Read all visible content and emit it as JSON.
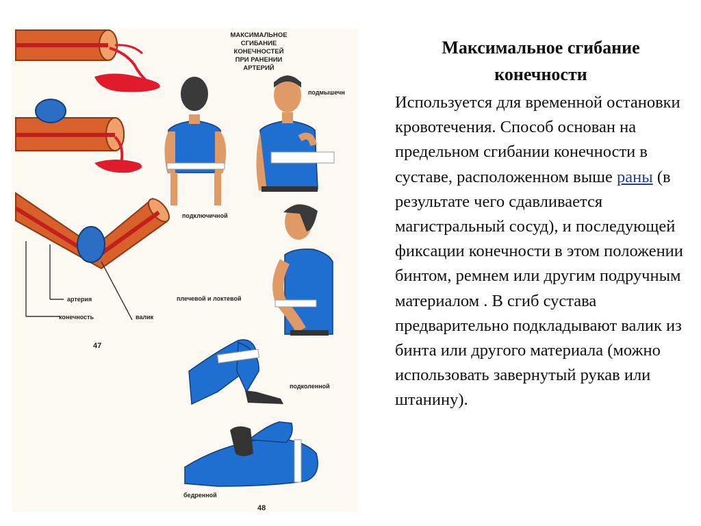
{
  "slide": {
    "title_line1": "Максимальное сгибание",
    "title_line2": "конечности",
    "body": {
      "before_link": " Используется для временной остановки кровотечения. Способ основан на предельном сгибании конечности в суставе, расположенном выше ",
      "link_text": "раны",
      "after_link": " (в результате чего сдавливается магистральный сосуд), и последующей фиксации конечности в этом положении бинтом, ремнем или другим подручным материалом . В сгиб сустава предварительно подкладывают валик из бинта или другого материала (можно использовать завернутый рукав или штанину)."
    }
  },
  "illustration": {
    "heading_lines": [
      "МАКСИМАЛЬНОЕ",
      "СГИБАНИЕ",
      "КОНЕЧНОСТЕЙ",
      "ПРИ РАНЕНИИ",
      "АРТЕРИЙ"
    ],
    "labels": {
      "axillary": "подмышечн",
      "subclavian": "подключичной",
      "brachial_elbow": "плечевой и локтевой",
      "popliteal": "подколенной",
      "femoral": "бедренной",
      "artery": "артерия",
      "limb": "конечность",
      "roller": "валик"
    },
    "fig_numbers": {
      "left": "47",
      "right": "48"
    },
    "colors": {
      "limb": "#d8602a",
      "artery": "#c2201c",
      "blood": "#e01b2b",
      "roller": "#2a6fc4",
      "shirt": "#1f6fd0",
      "skin": "#e09a66",
      "hair": "#3a3a3a"
    }
  }
}
